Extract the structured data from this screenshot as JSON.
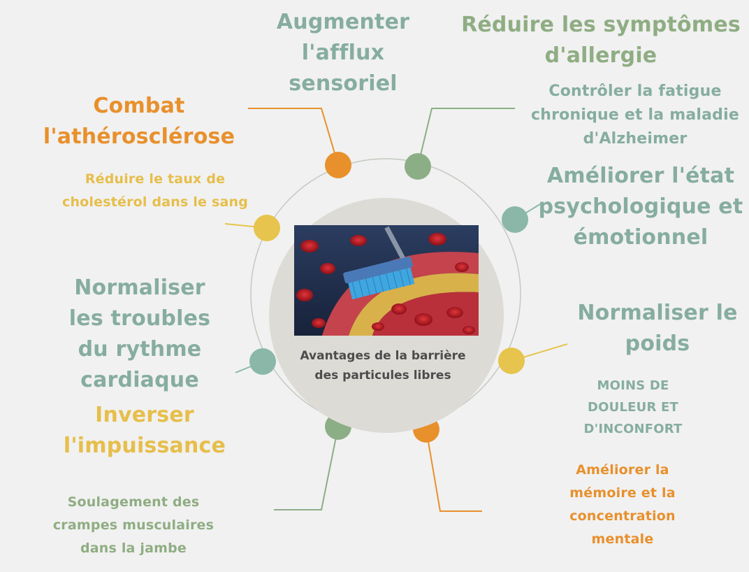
{
  "colors": {
    "orange": "#e8902c",
    "yellow": "#e6c44d",
    "sage": "#8cae86",
    "teal": "#8ab7a8",
    "teal_text": "#86ad9f",
    "sage_text": "#8fad83",
    "orange_text": "#e8902c",
    "yellow_text": "#e6be4a",
    "ring": "#c3c9c0",
    "disc": "#dddbd6"
  },
  "center": {
    "caption": "Avantages de la barrière\ndes particules libres",
    "image": "vessel-cleaning-brush-illustration"
  },
  "labels": {
    "afflux": "Augmenter\nl'afflux\nsensoriel",
    "allergie": "Réduire les symptômes\nd'allergie",
    "atherosclerose": "Combat\nl'athérosclérose",
    "fatigue": "Contrôler la fatigue\nchronique et la maladie\nd'Alzheimer",
    "cholesterol": "Réduire le taux de\ncholestérol dans le sang",
    "psychologique": "Améliorer l'état\npsychologique et\némotionnel",
    "rythme": "Normaliser\nles troubles\ndu rythme\ncardiaque",
    "poids": "Normaliser le\npoids",
    "douleur": "MOINS DE\nDOULEUR ET\nD'INCONFORT",
    "impuissance": "Inverser\nl'impuissance",
    "crampes": "Soulagement des\ncrampes musculaires\ndans la jambe",
    "memoire": "Améliorer la\nmémoire et la\nconcentration\nmentale"
  }
}
